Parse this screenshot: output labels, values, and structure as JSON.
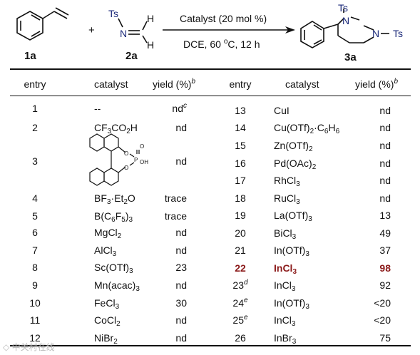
{
  "scheme": {
    "reactant_1_label": "1a",
    "reactant_2_label": "2a",
    "product_label": "3a",
    "plus": "+",
    "ts": "Ts",
    "n": "N",
    "h": "H",
    "condition_top": "Catalyst (20 mol %)",
    "condition_bottom": "DCE, 60 °C, 12 h"
  },
  "table": {
    "headers": {
      "entry": "entry",
      "catalyst": "catalyst",
      "yield": "yield (%)",
      "yield_note": "b"
    },
    "left": [
      {
        "entry": "1",
        "catalyst": "--",
        "yield": "nd",
        "yield_note": "c"
      },
      {
        "entry": "2",
        "catalyst": "CF3CO2H",
        "yield": "nd"
      },
      {
        "entry": "3",
        "catalyst": "(phosphoric acid structure)",
        "yield": "nd",
        "struct": true
      },
      {
        "entry": "4",
        "catalyst": "BF3·Et2O",
        "yield": "trace"
      },
      {
        "entry": "5",
        "catalyst": "B(C6F5)3",
        "yield": "trace"
      },
      {
        "entry": "6",
        "catalyst": "MgCl2",
        "yield": "nd"
      },
      {
        "entry": "7",
        "catalyst": "AlCl3",
        "yield": "nd"
      },
      {
        "entry": "8",
        "catalyst": "Sc(OTf)3",
        "yield": "23"
      },
      {
        "entry": "9",
        "catalyst": "Mn(acac)3",
        "yield": "nd"
      },
      {
        "entry": "10",
        "catalyst": "FeCl3",
        "yield": "30"
      },
      {
        "entry": "11",
        "catalyst": "CoCl2",
        "yield": "nd"
      },
      {
        "entry": "12",
        "catalyst": "NiBr2",
        "yield": "nd"
      }
    ],
    "right": [
      {
        "entry": "13",
        "catalyst": "CuI",
        "yield": "nd"
      },
      {
        "entry": "14",
        "catalyst": "Cu(OTf)2·C6H6",
        "yield": "nd"
      },
      {
        "entry": "15",
        "catalyst": "Zn(OTf)2",
        "yield": "nd"
      },
      {
        "entry": "16",
        "catalyst": "Pd(OAc)2",
        "yield": "nd"
      },
      {
        "entry": "17",
        "catalyst": "RhCl3",
        "yield": "nd"
      },
      {
        "entry": "18",
        "catalyst": "RuCl3",
        "yield": "nd"
      },
      {
        "entry": "19",
        "catalyst": "La(OTf)3",
        "yield": "13"
      },
      {
        "entry": "20",
        "catalyst": "BiCl3",
        "yield": "49"
      },
      {
        "entry": "21",
        "catalyst": "In(OTf)3",
        "yield": "37"
      },
      {
        "entry": "22",
        "catalyst": "InCl3",
        "yield": "98",
        "highlight": true
      },
      {
        "entry": "23",
        "entry_note": "d",
        "catalyst": "InCl3",
        "yield": "92"
      },
      {
        "entry": "24",
        "entry_note": "e",
        "catalyst": "In(OTf)3",
        "yield": "<20"
      },
      {
        "entry": "25",
        "entry_note": "e",
        "catalyst": "InCl3",
        "yield": "<20"
      },
      {
        "entry": "26",
        "catalyst": "InBr3",
        "yield": "75"
      }
    ]
  },
  "watermark": "◇ 中关村在线"
}
